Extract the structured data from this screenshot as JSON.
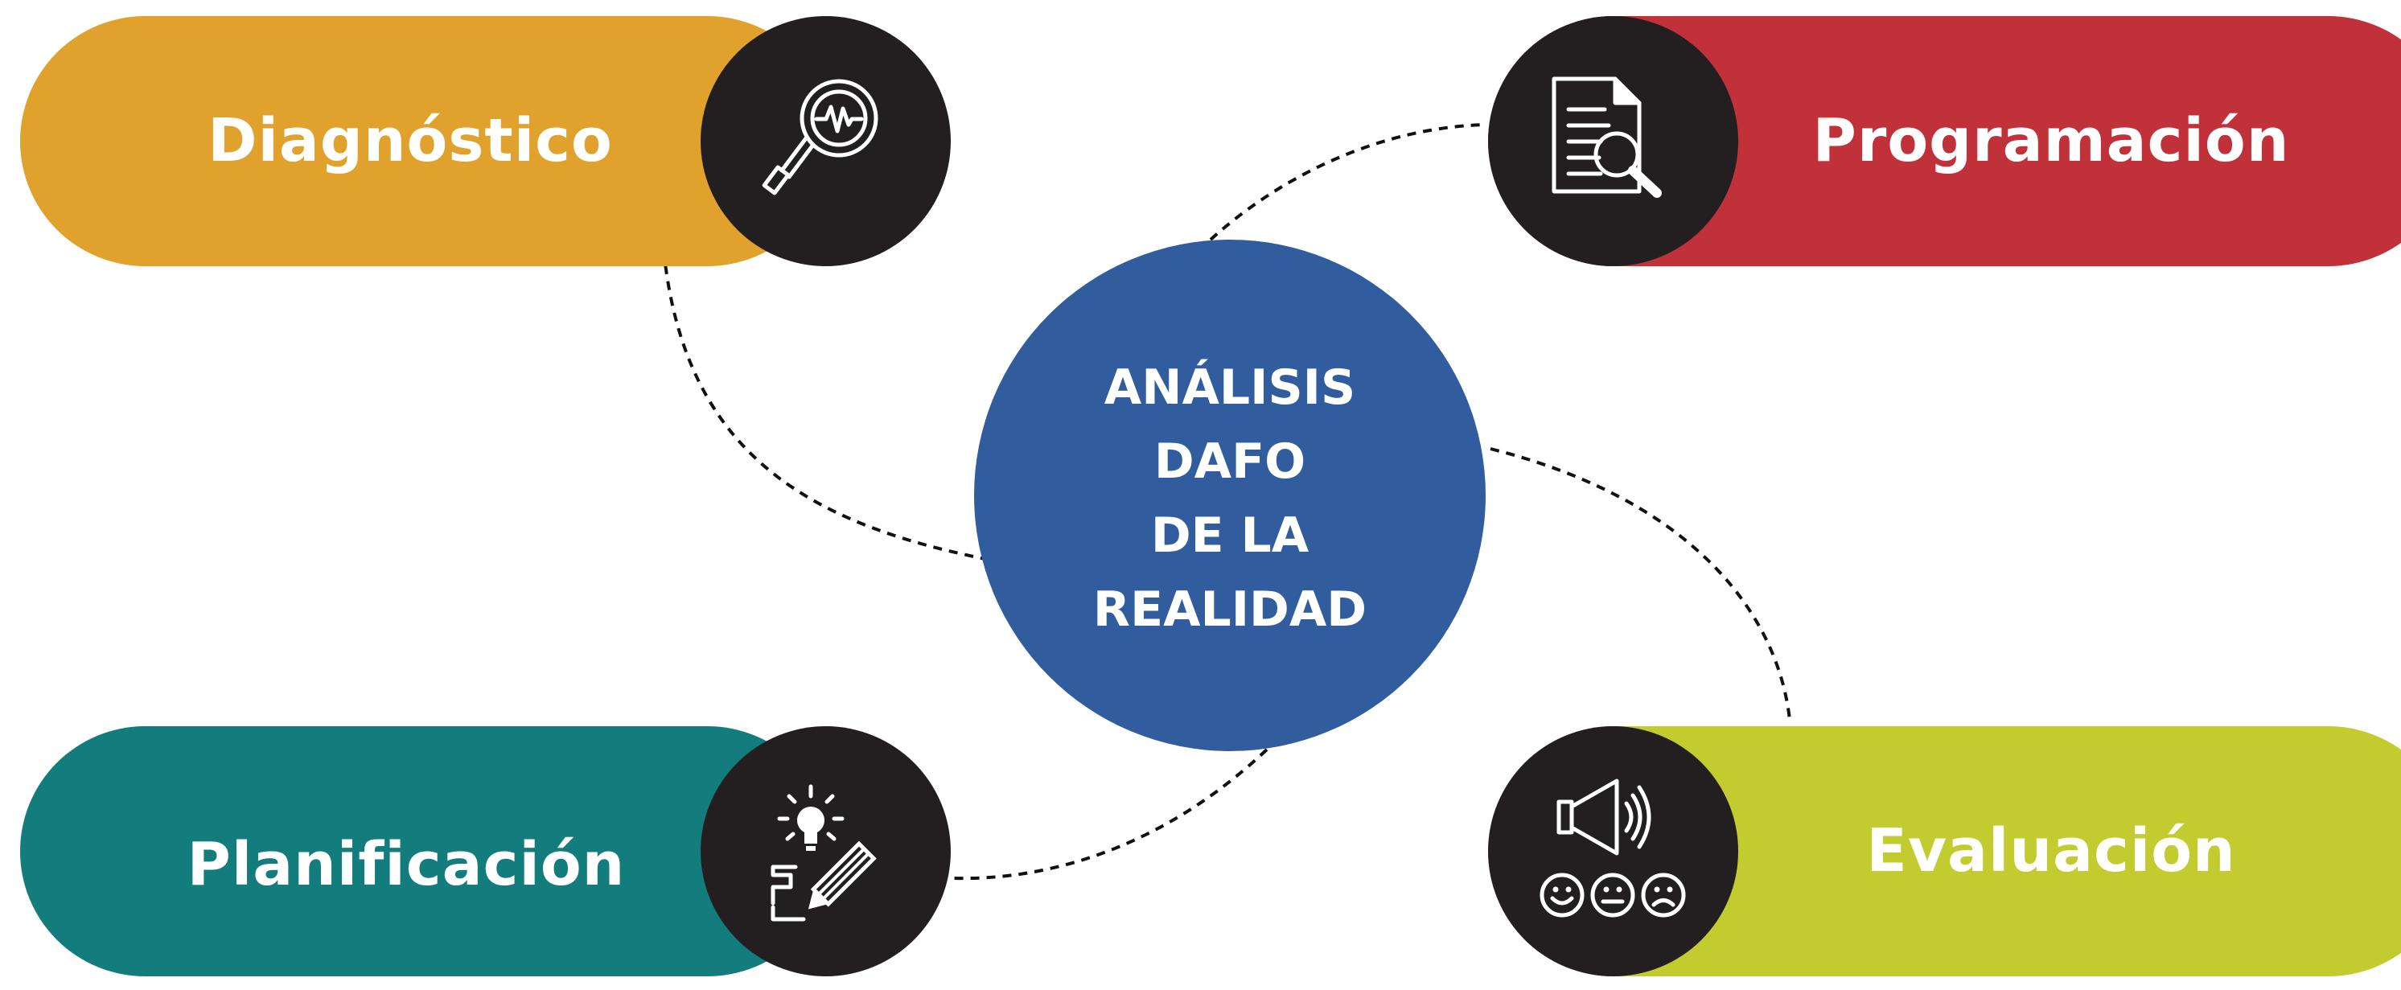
{
  "center": {
    "lines": [
      "ANÁLISIS",
      "DAFO",
      "DE LA",
      "REALIDAD"
    ],
    "color": "#315d9e"
  },
  "steps": {
    "diagnostico": {
      "label": "Diagnóstico",
      "color": "#e0a22c",
      "icon": "magnifier-pulse-icon"
    },
    "programacion": {
      "label": "Programación",
      "color": "#c0313a",
      "icon": "document-search-icon"
    },
    "planificacion": {
      "label": "Planificación",
      "color": "#137c7c",
      "icon": "lightbulb-pencil-icon"
    },
    "evaluacion": {
      "label": "Evaluación",
      "color": "#c2cc2e",
      "icon": "megaphone-faces-icon"
    }
  },
  "connector_style": "dashed",
  "icon_disc_color": "#231f20"
}
